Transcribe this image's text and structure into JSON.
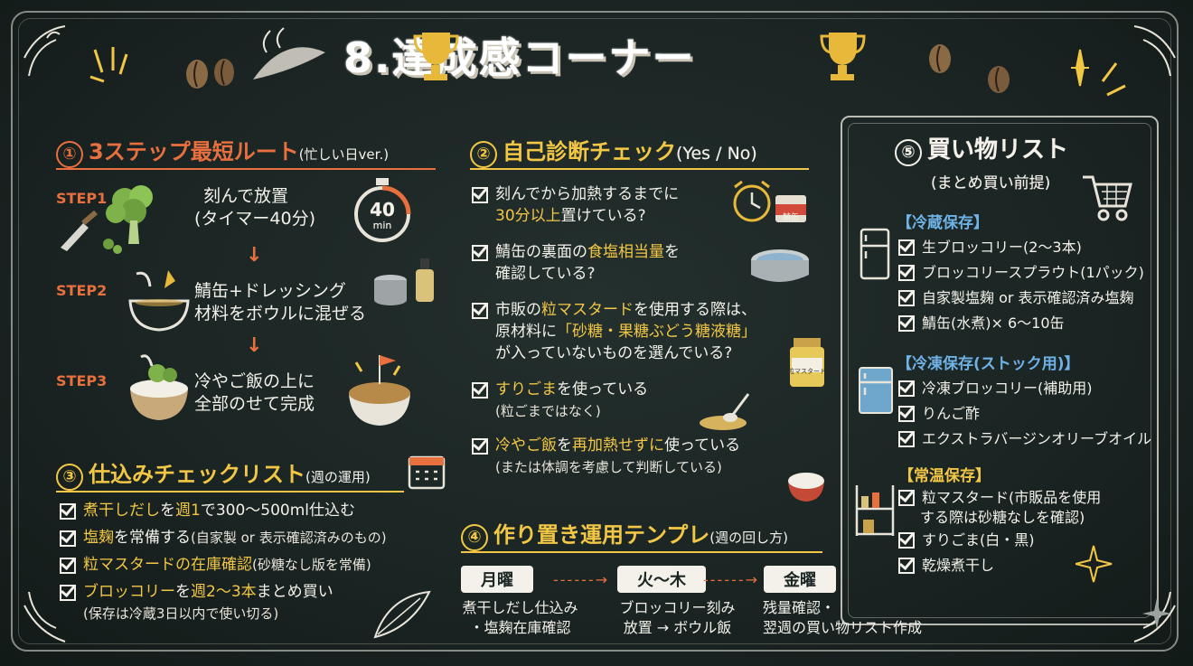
{
  "title": "8.達成感コーナー",
  "timer": {
    "value": "40",
    "unit": "min"
  },
  "section1": {
    "num": "①",
    "heading": "3ステップ最短ルート",
    "heading_sub": "(忙しい日ver.)",
    "steps": [
      {
        "label": "STEP1",
        "line1": "刻んで放置",
        "line2": "(タイマー40分)"
      },
      {
        "label": "STEP2",
        "line1": "鯖缶+ドレッシング",
        "line2": "材料をボウルに混ぜる"
      },
      {
        "label": "STEP3",
        "line1": "冷やご飯の上に",
        "line2": "全部のせて完成"
      }
    ],
    "arrow": "↓"
  },
  "section2": {
    "num": "②",
    "heading": "自己診断チェック",
    "heading_sub": "(Yes / No)",
    "items": [
      {
        "a": "刻んでから加熱するまでに",
        "b_hl": "30分以上",
        "b_rest": "置けている?"
      },
      {
        "a1": "鯖缶の裏面の",
        "a_hl": "食塩相当量",
        "a2": "を",
        "b": "確認している?"
      },
      {
        "a1": "市販の",
        "a_hl": "粒マスタード",
        "a2": "を使用する際は、",
        "b1": "原材料に",
        "b_hl": "「砂糖・果糖ぶどう糖液糖」",
        "c": "が入っていないものを選んでいる?"
      },
      {
        "a_hl": "すりごま",
        "a2": "を使っている",
        "sub": "(粒ごまではなく)"
      },
      {
        "a_hl": "冷やご飯",
        "a2": "を",
        "a_hl2": "再加熱せずに",
        "a3": "使っている",
        "sub": "(または体調を考慮して判断している)"
      }
    ],
    "can_label": "鯖缶",
    "jar_label": "粒マスタード"
  },
  "section3": {
    "num": "③",
    "heading": "仕込みチェックリスト",
    "heading_sub": "(週の運用)",
    "items": [
      {
        "hl": "煮干しだし",
        "rest1": "を",
        "hl2": "週1",
        "rest2": "で300〜500ml仕込む"
      },
      {
        "hl": "塩麹",
        "rest1": "を常備する",
        "small": "(自家製 or 表示確認済みのもの)"
      },
      {
        "hl": "粒マスタードの在庫確認",
        "small": "(砂糖なし版を常備)"
      },
      {
        "hl": "ブロッコリー",
        "rest1": "を",
        "hl2": "週2〜3本",
        "rest2": "まとめ買い",
        "sub": "(保存は冷蔵3日以内で使い切る)"
      }
    ]
  },
  "section4": {
    "num": "④",
    "heading": "作り置き運用テンプレ",
    "heading_sub": "(週の回し方)",
    "columns": [
      {
        "day": "月曜",
        "line1": "煮干しだし仕込み",
        "line2": "・塩麹在庫確認"
      },
      {
        "day": "火〜木",
        "line1": "ブロッコリー刻み",
        "line2": "放置 → ボウル飯"
      },
      {
        "day": "金曜",
        "line1": "残量確認・",
        "line2": "翌週の買い物リスト作成"
      }
    ],
    "dash": "------→"
  },
  "section5": {
    "num": "⑤",
    "heading": "買い物リスト",
    "heading_sub": "(まとめ買い前提)",
    "groups": [
      {
        "name": "【冷蔵保存】",
        "items": [
          "生ブロッコリー(2〜3本)",
          "ブロッコリースプラウト(1パック)",
          "自家製塩麹 or 表示確認済み塩麹",
          "鯖缶(水煮)× 6〜10缶"
        ]
      },
      {
        "name": "【冷凍保存(ストック用)】",
        "items": [
          "冷凍ブロッコリー(補助用)",
          "りんご酢",
          "エクストラバージンオリーブオイル"
        ]
      },
      {
        "name": "【常温保存】",
        "items": [
          "粒マスタード(市販品を使用",
          "する際は砂糖なしを確認)",
          "すりごま(白・黒)",
          "乾燥煮干し"
        ]
      }
    ]
  },
  "colors": {
    "board": "#1b2523",
    "orange": "#e86f3e",
    "yellow": "#f2c745",
    "blue": "#6fb2e6",
    "chalk": "#f3f1ea"
  }
}
